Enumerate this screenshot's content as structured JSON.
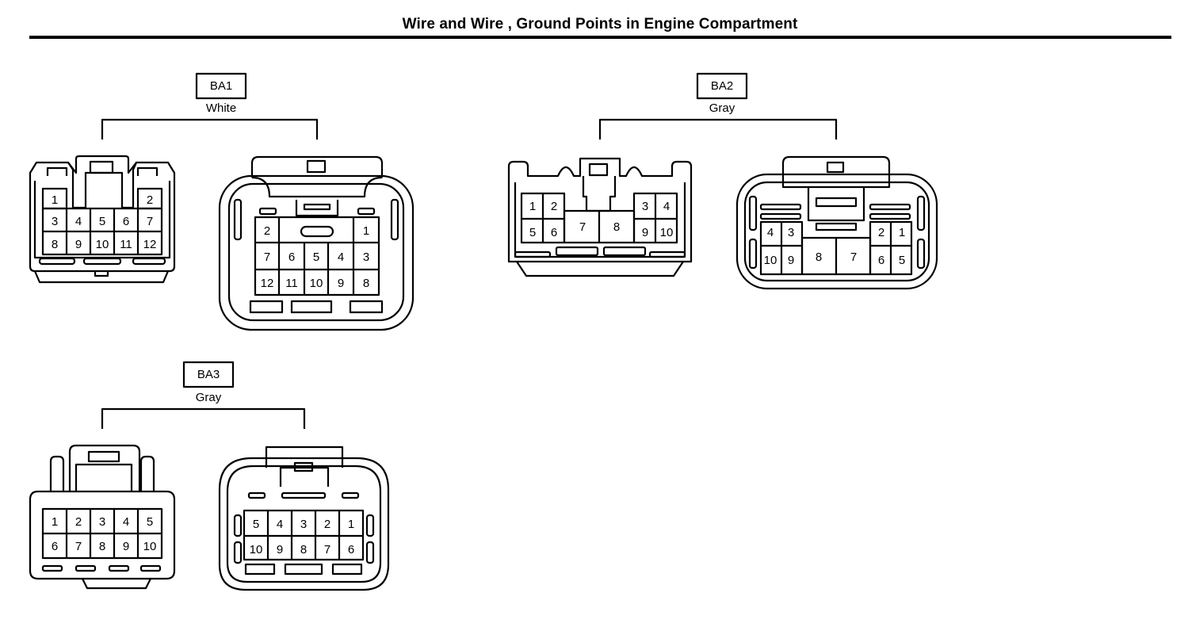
{
  "title": "Wire and Wire , Ground Points in Engine Compartment",
  "connectors": [
    {
      "id": "BA1",
      "color": "White",
      "female_pins": [
        [
          "1",
          "2"
        ],
        [
          "3",
          "4",
          "5",
          "6",
          "7"
        ],
        [
          "8",
          "9",
          "10",
          "11",
          "12"
        ]
      ],
      "male_pins": [
        [
          "2",
          "1"
        ],
        [
          "7",
          "6",
          "5",
          "4",
          "3"
        ],
        [
          "12",
          "11",
          "10",
          "9",
          "8"
        ]
      ]
    },
    {
      "id": "BA2",
      "color": "Gray",
      "female_pins": [
        [
          "1",
          "2",
          "3",
          "4"
        ],
        [
          "5",
          "6",
          "7",
          "8",
          "9",
          "10"
        ]
      ],
      "male_pins": [
        [
          "4",
          "3",
          "2",
          "1"
        ],
        [
          "10",
          "9",
          "8",
          "7",
          "6",
          "5"
        ]
      ]
    },
    {
      "id": "BA3",
      "color": "Gray",
      "female_pins": [
        [
          "1",
          "2",
          "3",
          "4",
          "5"
        ],
        [
          "6",
          "7",
          "8",
          "9",
          "10"
        ]
      ],
      "male_pins": [
        [
          "5",
          "4",
          "3",
          "2",
          "1"
        ],
        [
          "10",
          "9",
          "8",
          "7",
          "6"
        ]
      ]
    }
  ]
}
